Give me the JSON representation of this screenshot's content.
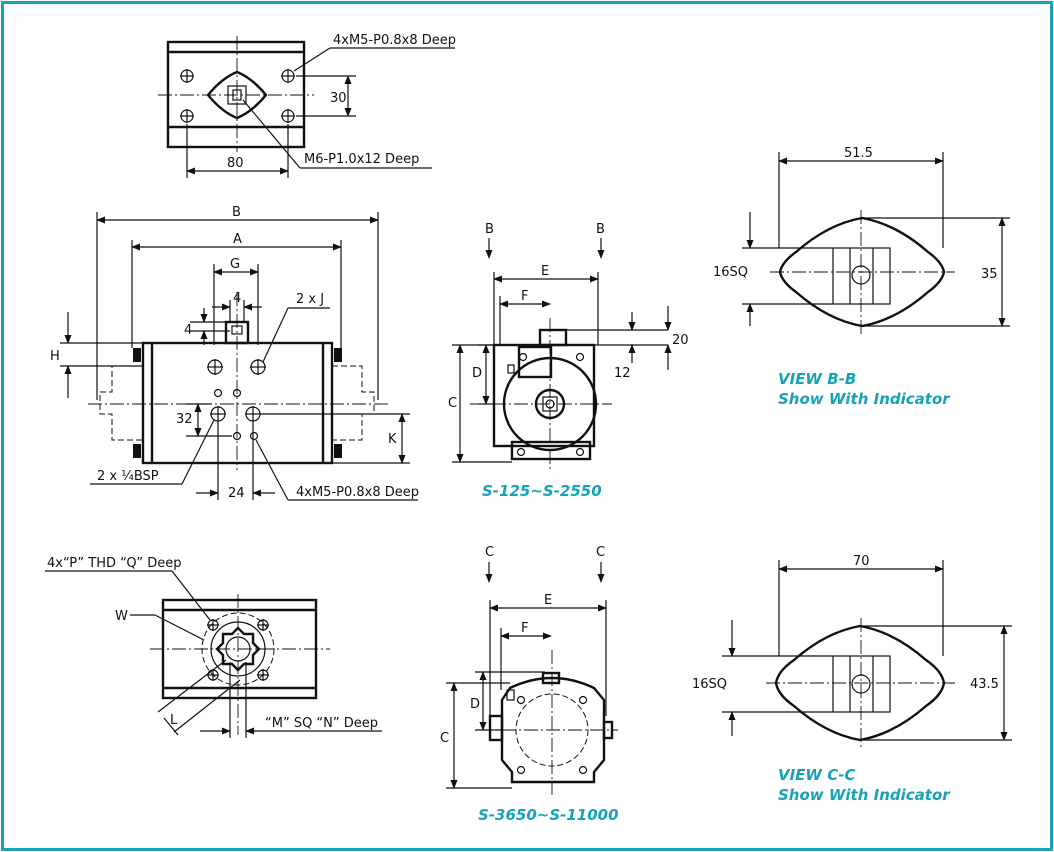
{
  "colors": {
    "border": "#16a3b6",
    "caption": "#16a3b6",
    "ink": "#111111"
  },
  "top_view": {
    "hole_spec_1": "4xM5-P0.8x8 Deep",
    "dim_30": "30",
    "dim_80": "80",
    "hole_spec_2": "M6-P1.0x12 Deep"
  },
  "front_view": {
    "B": "B",
    "A": "A",
    "G": "G",
    "dim_4_top": "4",
    "dim_4_side": "4",
    "two_j": "2 x J",
    "H": "H",
    "dim_32": "32",
    "K": "K",
    "bsp": "2 x ¼BSP",
    "dim_24": "24",
    "hole_spec": "4xM5-P0.8x8 Deep"
  },
  "side_small": {
    "section_1": "B",
    "section_2": "B",
    "E": "E",
    "F": "F",
    "dim_20": "20",
    "dim_12": "12",
    "D": "D",
    "C": "C",
    "caption": "S-125~S-2550"
  },
  "view_bb": {
    "dim_width": "51.5",
    "dim_sq": "16SQ",
    "dim_height": "35",
    "caption_line1": "VIEW B-B",
    "caption_line2": "Show With Indicator"
  },
  "bottom_view": {
    "thd_spec": "4x“P” THD “Q” Deep",
    "W": "W",
    "L": "L",
    "sq_spec": "“M” SQ “N” Deep"
  },
  "side_large": {
    "section_1": "C",
    "section_2": "C",
    "E": "E",
    "F": "F",
    "D": "D",
    "C": "C",
    "caption": "S-3650~S-11000"
  },
  "view_cc": {
    "dim_width": "70",
    "dim_sq": "16SQ",
    "dim_height": "43.5",
    "caption_line1": "VIEW C-C",
    "caption_line2": "Show With Indicator"
  }
}
